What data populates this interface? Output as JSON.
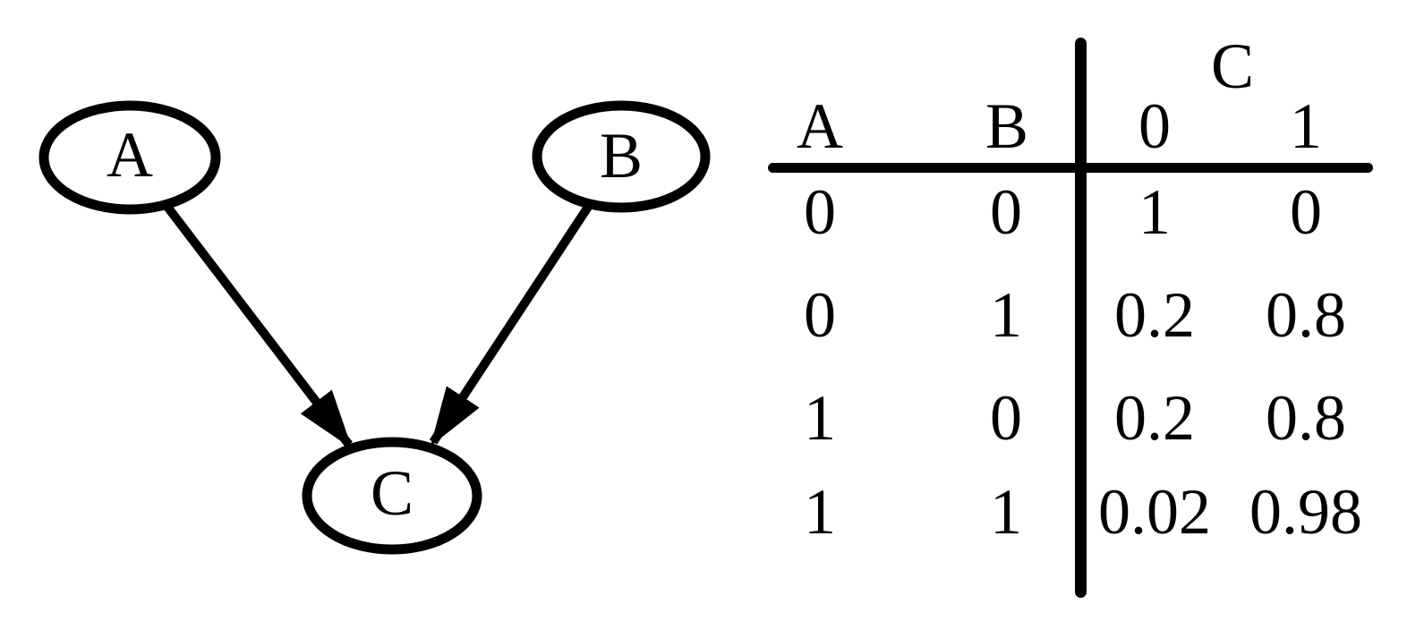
{
  "colors": {
    "ink": "#000000",
    "background": "#ffffff"
  },
  "diagram": {
    "type": "bayesian-network",
    "nodes": [
      {
        "id": "A",
        "label": "A"
      },
      {
        "id": "B",
        "label": "B"
      },
      {
        "id": "C",
        "label": "C"
      }
    ],
    "edges": [
      {
        "from": "A",
        "to": "C"
      },
      {
        "from": "B",
        "to": "C"
      }
    ]
  },
  "cpt": {
    "child_variable": "C",
    "header": {
      "a": "A",
      "b": "B",
      "child": "C",
      "c0": "0",
      "c1": "1"
    },
    "rows": [
      {
        "a": "0",
        "b": "0",
        "c0": "1",
        "c1": "0"
      },
      {
        "a": "0",
        "b": "1",
        "c0": "0.2",
        "c1": "0.8"
      },
      {
        "a": "1",
        "b": "0",
        "c0": "0.2",
        "c1": "0.8"
      },
      {
        "a": "1",
        "b": "1",
        "c0": "0.02",
        "c1": "0.98"
      }
    ]
  }
}
